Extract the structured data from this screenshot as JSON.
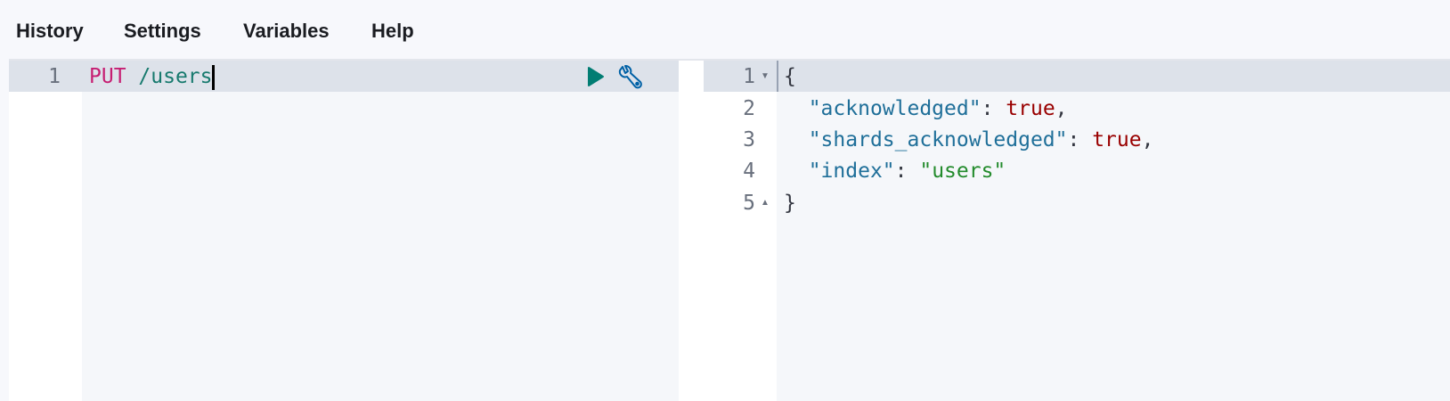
{
  "menu": [
    "History",
    "Settings",
    "Variables",
    "Help"
  ],
  "request_editor": {
    "lines": [
      {
        "number": "1",
        "method": "PUT",
        "url": "/users"
      }
    ],
    "actions": {
      "run": "play-icon",
      "settings": "wrench-icon"
    }
  },
  "response_editor": {
    "line_numbers": [
      "1",
      "2",
      "3",
      "4",
      "5"
    ],
    "open_brace": "{",
    "close_brace": "}",
    "fields": [
      {
        "key": "\"acknowledged\"",
        "value": "true",
        "type": "bool",
        "suffix": ","
      },
      {
        "key": "\"shards_acknowledged\"",
        "value": "true",
        "type": "bool",
        "suffix": ","
      },
      {
        "key": "\"index\"",
        "value": "\"users\"",
        "type": "string",
        "suffix": ""
      }
    ],
    "colon": ": "
  },
  "colors": {
    "method": "#c61e72",
    "url": "#177a6e",
    "key": "#1f6f99",
    "bool": "#990000",
    "string": "#238b2c",
    "run": "#017d73",
    "wrench": "#0061a6"
  }
}
